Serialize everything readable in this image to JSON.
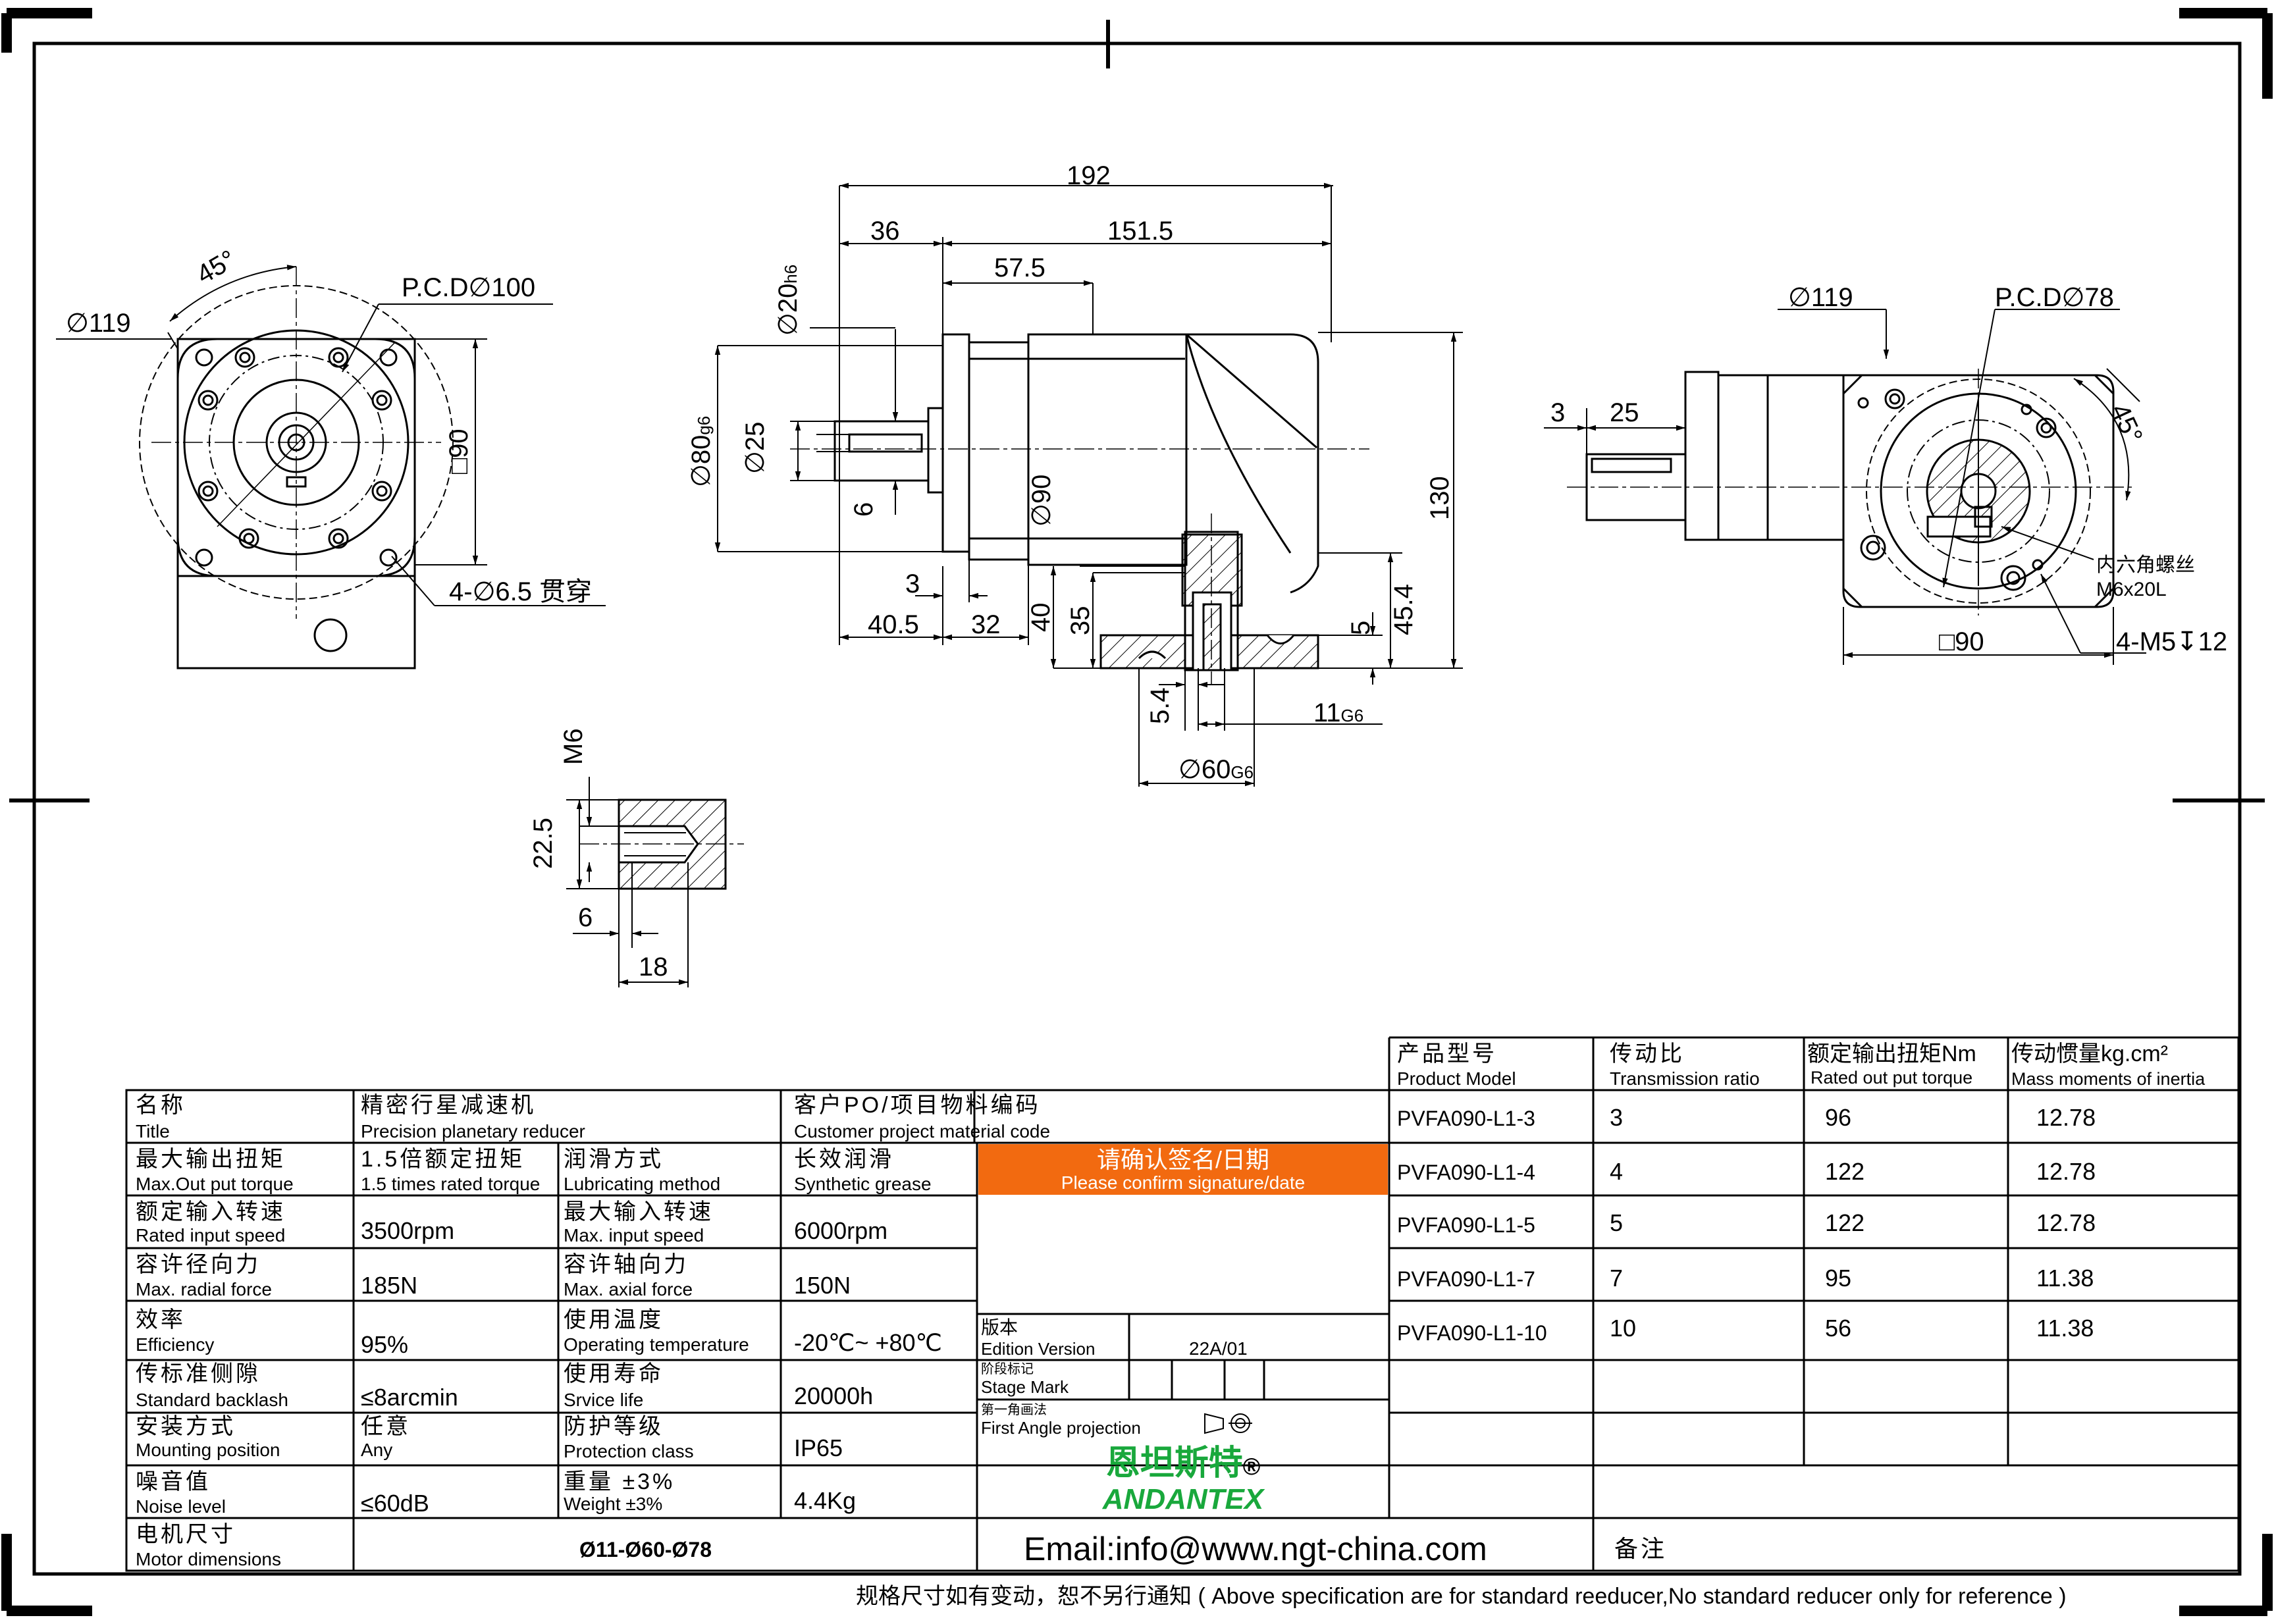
{
  "views": {
    "front": {
      "angle": "45°",
      "outer_dia": "∅119",
      "pcd": "P.C.D∅100",
      "square": "□90",
      "holes": "4-∅6.5 贯穿"
    },
    "side": {
      "overall": "192",
      "flange_shaft": "36",
      "body": "151.5",
      "to_center": "57.5",
      "shaft_dia": "∅20",
      "shaft_dia_tol": "h6",
      "pilot_dia": "∅80",
      "pilot_tol": "g6",
      "key_len": "∅25",
      "key_w": "6",
      "body_dia": "∅90",
      "height": "130",
      "d3": "3",
      "d40_5": "40.5",
      "d32": "32",
      "d40": "40",
      "d35": "35",
      "d5": "5",
      "d45_4": "45.4",
      "d5_4": "5.4",
      "d11": "11",
      "d11_tol": "G6",
      "d60": "∅60",
      "d60_tol": "G6"
    },
    "tap": {
      "m6": "M6",
      "d22_5": "22.5",
      "d6": "6",
      "d18": "18"
    },
    "rear": {
      "outer_dia": "∅119",
      "pcd": "P.C.D∅78",
      "d3": "3",
      "d25": "25",
      "angle": "45°",
      "screw_cn": "内六角螺丝",
      "screw_en": "M6x20L",
      "square": "□90",
      "holes": "4-M5",
      "depth": "12"
    }
  },
  "spec_table": {
    "rows": [
      {
        "c1_cn": "名称",
        "c1_en": "Title",
        "c2_cn": "精密行星减速机",
        "c2_en": "Precision planetary reducer",
        "c3_cn": "客户PO/项目物料编码",
        "c3_en": "Customer project material code"
      },
      {
        "c1_cn": "最大输出扭矩",
        "c1_en": "Max.Out put torque",
        "c2_cn": "1.5倍额定扭矩",
        "c2_en": "1.5 times rated torque",
        "c3_cn": "润滑方式",
        "c3_en": "Lubricating method",
        "c4_cn": "长效润滑",
        "c4_en": "Synthetic grease"
      },
      {
        "c1_cn": "额定输入转速",
        "c1_en": "Rated input speed",
        "c2_val": "3500rpm",
        "c3_cn": "最大输入转速",
        "c3_en": "Max. input speed",
        "c4_val": "6000rpm"
      },
      {
        "c1_cn": "容许径向力",
        "c1_en": "Max. radial force",
        "c2_val": "185N",
        "c3_cn": "容许轴向力",
        "c3_en": "Max. axial force",
        "c4_val": "150N"
      },
      {
        "c1_cn": "效率",
        "c1_en": "Efficiency",
        "c2_val": "95%",
        "c3_cn": "使用温度",
        "c3_en": "Operating temperature",
        "c4_val": "-20℃~ +80℃"
      },
      {
        "c1_cn": "传标准侧隙",
        "c1_en": "Standard backlash",
        "c2_val": "≤8arcmin",
        "c3_cn": "使用寿命",
        "c3_en": "Srvice life",
        "c4_val": "20000h"
      },
      {
        "c1_cn": "安装方式",
        "c1_en": "Mounting position",
        "c2_cn": "任意",
        "c2_en": "Any",
        "c3_cn": "防护等级",
        "c3_en": "Protection class",
        "c4_val": "IP65"
      },
      {
        "c1_cn": "噪音值",
        "c1_en": "Noise level",
        "c2_val": "≤60dB",
        "c3_cn": "重量 ±3%",
        "c3_en": "Weight ±3%",
        "c4_val": "4.4Kg"
      },
      {
        "c1_cn": "电机尺寸",
        "c1_en": "Motor dimensions",
        "c2_val": "Ø11-Ø60-Ø78"
      }
    ]
  },
  "approval": {
    "confirm_cn": "请确认签名/日期",
    "confirm_en": "Please confirm signature/date",
    "edition_cn": "版本",
    "edition_en": "Edition Version",
    "edition_val": "22A/01",
    "stage_cn": "阶段标记",
    "stage_en": "Stage Mark",
    "proj_cn": "第一角画法",
    "proj_en": "First Angle projection",
    "logo_cn": "恩坦斯特",
    "logo_reg": "®",
    "logo_en": "ANDANTEX",
    "email": "Email:info@www.ngt-china.com",
    "remark": "备注",
    "confirm_color": "#f26a10",
    "logo_color": "#19a83c"
  },
  "model_table": {
    "headers": [
      {
        "cn": "产品型号",
        "en": "Product Model"
      },
      {
        "cn": "传动比",
        "en": "Transmission ratio"
      },
      {
        "cn": "额定输出扭矩Nm",
        "en": "Rated out put torque"
      },
      {
        "cn": "传动惯量kg.cm²",
        "en": "Mass moments of inertia"
      }
    ],
    "rows": [
      [
        "PVFA090-L1-3",
        "3",
        "96",
        "12.78"
      ],
      [
        "PVFA090-L1-4",
        "4",
        "122",
        "12.78"
      ],
      [
        "PVFA090-L1-5",
        "5",
        "122",
        "12.78"
      ],
      [
        "PVFA090-L1-7",
        "7",
        "95",
        "11.38"
      ],
      [
        "PVFA090-L1-10",
        "10",
        "56",
        "11.38"
      ]
    ]
  },
  "footer_note": "规格尺寸如有变动，恕不另行通知  ( Above specification are for standard reeducer,No standard reducer only for reference )"
}
